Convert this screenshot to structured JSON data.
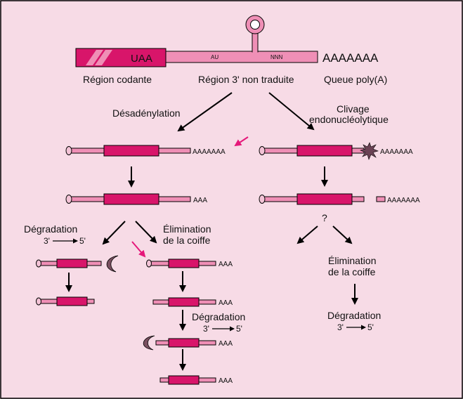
{
  "colors": {
    "background": "#f7dbe6",
    "coding": "#d8156a",
    "utr": "#ef8fb6",
    "border": "#000000",
    "pink_arrow": "#e5187a",
    "cap_fill": "#f3c3d6",
    "exonuclease": "#7a5060",
    "star": "#6b4355"
  },
  "top": {
    "stop_codon": "UAA",
    "au_element": "AU",
    "nnn_element": "NNN",
    "poly_a": "AAAAAAA",
    "label_coding": "Région  codante",
    "label_utr": "Région 3' non traduite",
    "label_tail": "Queue poly(A)"
  },
  "left": {
    "deadenylation": "Désadénylation",
    "tail_full": "AAAAAAA",
    "tail_short": "AAA",
    "degradation": "Dégradation",
    "direction_3": "3'",
    "direction_5": "5'",
    "decapping_line1": "Élimination",
    "decapping_line2": "de la coiffe",
    "tail_a": "AAA",
    "tail_b": "AAA",
    "tail_c": "AAA",
    "tail_d": "AAA",
    "degradation2": "Dégradation",
    "direction2_3": "3'",
    "direction2_5": "5'"
  },
  "right": {
    "cleavage_line1": "Clivage",
    "cleavage_line2": "endonucléolytique",
    "tail_full": "AAAAAAA",
    "tail_fragment": "AAAAAAA",
    "question": "?",
    "decapping_line1": "Élimination",
    "decapping_line2": "de la coiffe",
    "degradation": "Dégradation",
    "direction_3": "3'",
    "direction_5": "5'"
  }
}
